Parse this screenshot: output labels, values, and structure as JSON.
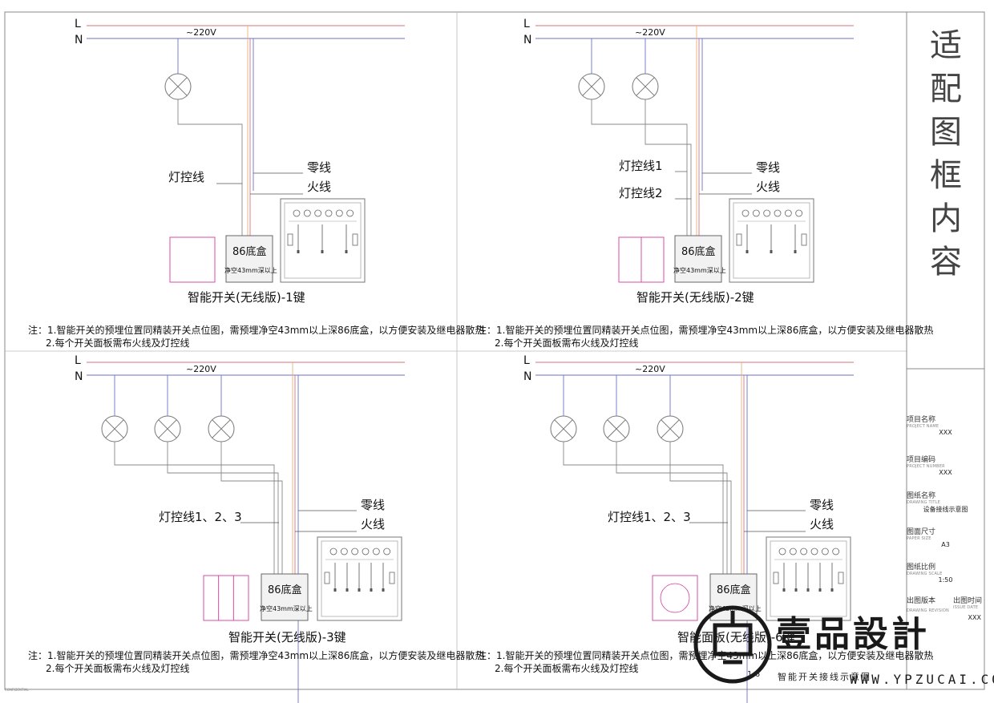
{
  "frame_title": "适配图框内容",
  "common": {
    "L": "L",
    "N": "N",
    "voltage": "~220V",
    "neutral": "零线",
    "live": "火线",
    "box": "86底盒",
    "box_note": "净空43mm深以上",
    "note_1": "注：1.智能开关的预埋位置同精装开关点位图，需预埋净空43mm以上深86底盒，以方便安装及继电器散热",
    "note_2": "2.每个开关面板需布火线及灯控线"
  },
  "panels": [
    {
      "title": "智能开关(无线版)-1键",
      "ctrl": [
        "灯控线"
      ]
    },
    {
      "title": "智能开关(无线版)-2键",
      "ctrl": [
        "灯控线1",
        "灯控线2"
      ]
    },
    {
      "title": "智能开关(无线版)-3键",
      "ctrl": [
        "灯控线1、2、3"
      ]
    },
    {
      "title": "智能面板(无线版)-6键",
      "ctrl": [
        "灯控线1、2、3"
      ]
    }
  ],
  "title_block": [
    {
      "label": "项目名称",
      "sub": "PROJECT NAME",
      "value": "XXX"
    },
    {
      "label": "项目编码",
      "sub": "PROJECT NUMBER",
      "value": "XXX"
    },
    {
      "label": "图纸名称",
      "sub": "DRAWING TITLE",
      "value": "设备接线示意图"
    },
    {
      "label": "图面尺寸",
      "sub": "PAPER SIZE",
      "value": "A3"
    },
    {
      "label": "图纸比例",
      "sub": "DRAWING SCALE",
      "value": "1:50"
    }
  ],
  "tb_version": "出图版本",
  "tb_version_sub": "DRAWING REVISION",
  "tb_date": "出图时间",
  "tb_date_sub": "ISSUE DATE",
  "tb_date_value": "XXX",
  "watermark": {
    "brand": "壹品設計",
    "url": "WWW.YPZUCAI.COM",
    "scale": "1:6",
    "sheet_name": "智能开关接线示意图"
  },
  "confidential": "CONFIDENTIAL",
  "colors": {
    "wire_blue": "#6c72c8",
    "wire_red": "#d9727a",
    "wire_orange": "#e8b080",
    "panel_pink": "#d43a9a",
    "voltage_red": "#e02020"
  }
}
